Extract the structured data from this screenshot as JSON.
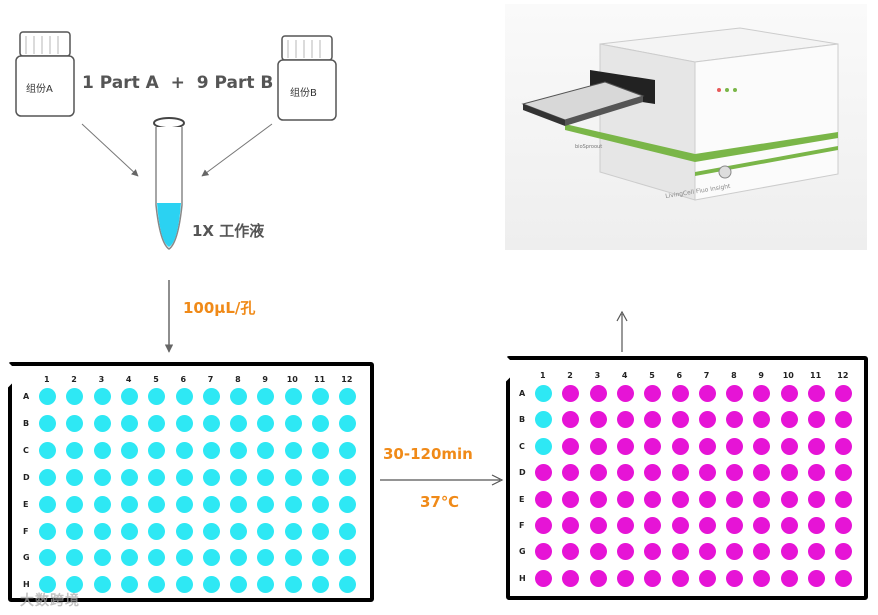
{
  "workflow": {
    "component_a_label": "组份A",
    "component_b_label": "组份B",
    "mix_ratio_text": "1 Part A  +  9 Part B",
    "working_solution_label": "1X 工作液",
    "dispense_volume": "100µL/孔",
    "incubation_time": "30-120min",
    "incubation_temp": "37℃"
  },
  "instrument": {
    "brand_label": "bioSproout",
    "model_label": "LivingCell Fluo Insight"
  },
  "plate": {
    "columns": [
      "1",
      "2",
      "3",
      "4",
      "5",
      "6",
      "7",
      "8",
      "9",
      "10",
      "11",
      "12"
    ],
    "rows": [
      "A",
      "B",
      "C",
      "D",
      "E",
      "F",
      "G",
      "H"
    ]
  },
  "colors": {
    "cyan_well": "#2ee8f4",
    "magenta_well": "#e614d6",
    "orange_text": "#f08a18",
    "instrument_green": "#7ab648"
  },
  "plate_after_cyan_wells": [
    "A1",
    "B1",
    "C1"
  ],
  "watermark": "大数跨境"
}
